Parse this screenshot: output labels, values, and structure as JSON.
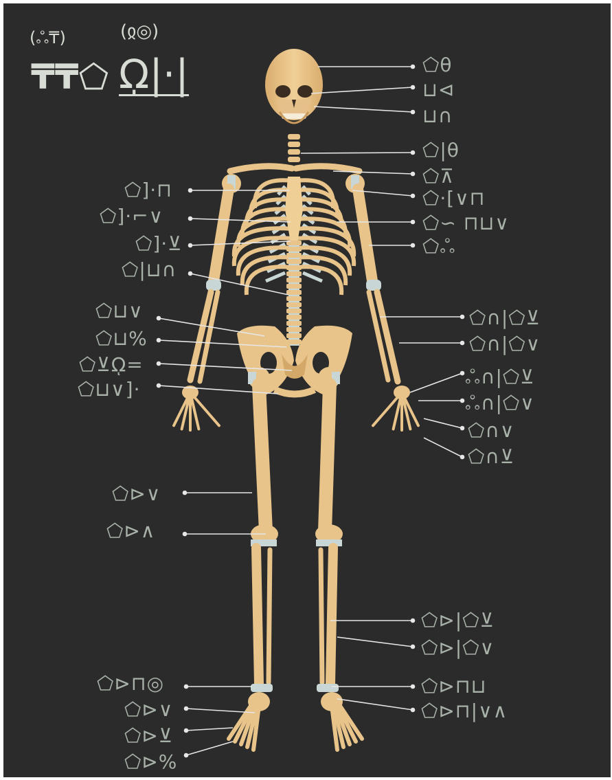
{
  "title": {
    "top": "(ஃ₸)",
    "main": "₸₸⬠",
    "icon_top": "(ჲ◎)",
    "icon_main": "ῼ|·|"
  },
  "labels": {
    "left": [
      "⬠]·⊓",
      "⬠]·⌐∨",
      "⬠]·⊻",
      "⬠|⊔∩",
      "⬠⊔∨",
      "⬠⊔%",
      "⬠⊻ῼ=",
      "⬠⊔∨]·",
      "⬠⊳∨",
      "⬠⊳∧",
      "⬠⊳⊓◎",
      "⬠⊳∨",
      "⬠⊳⊻",
      "⬠⊳%"
    ],
    "right": [
      "⬠θ",
      "⊔⊲",
      "⊔∩",
      "⬠|θ",
      "⬠⊼",
      "⬠·[∨⊓",
      "⬠∽ ⊓⊔∨",
      "⬠ஃ",
      "⬠∩|⬠⊻",
      "⬠∩|⬠∨",
      "ஃ∩|⬠⊻",
      "ஃ∩|⬠∨",
      "⬠∩∨",
      "⬠∩⊻",
      "⬠⊳|⬠⊻",
      "⬠⊳|⬠∨",
      "⬠⊳⊓⊔",
      "⬠⊳⊓|∨∧"
    ]
  },
  "colors": {
    "background": "#2b2b2b",
    "bone": "#e8c48a",
    "bone_shadow": "#c99a5c",
    "cartilage": "#c9d6d6",
    "leader": "#e8e8e8",
    "label": "#a8b2a8",
    "title": "#d7ddd4"
  }
}
